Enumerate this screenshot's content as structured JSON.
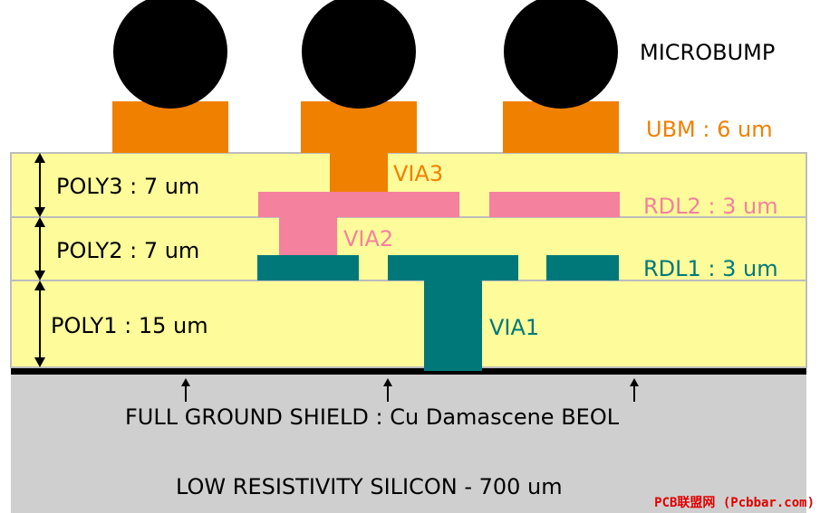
{
  "labels": {
    "microbump": "MICROBUMP",
    "ubm": "UBM : 6 um",
    "via3": "VIA3",
    "rdl2": "RDL2 : 3 um",
    "via2": "VIA2",
    "rdl1": "RDL1 : 3 um",
    "via1": "VIA1",
    "poly3": "POLY3 : 7 um",
    "poly2": "POLY2 : 7 um",
    "poly1": "POLY1 : 15 um",
    "ground_shield": "FULL GROUND SHIELD : Cu Damascene BEOL",
    "silicon": "LOW RESISTIVITY SILICON - 700 um"
  },
  "watermark": "PCB联盟网 (Pcbbar.com)",
  "colors": {
    "poly": "#fdfb9a",
    "poly_border": "#bdbdbd",
    "ubm": "#f08000",
    "rdl2": "#f4819e",
    "rdl1": "#00787a",
    "silicon": "#cfcfcf",
    "ground_shield": "#000000",
    "bump": "#000000",
    "ubm_text": "#f08000",
    "rdl2_text": "#f4819e",
    "rdl1_text": "#00787a",
    "watermark_text": "#e00000"
  }
}
